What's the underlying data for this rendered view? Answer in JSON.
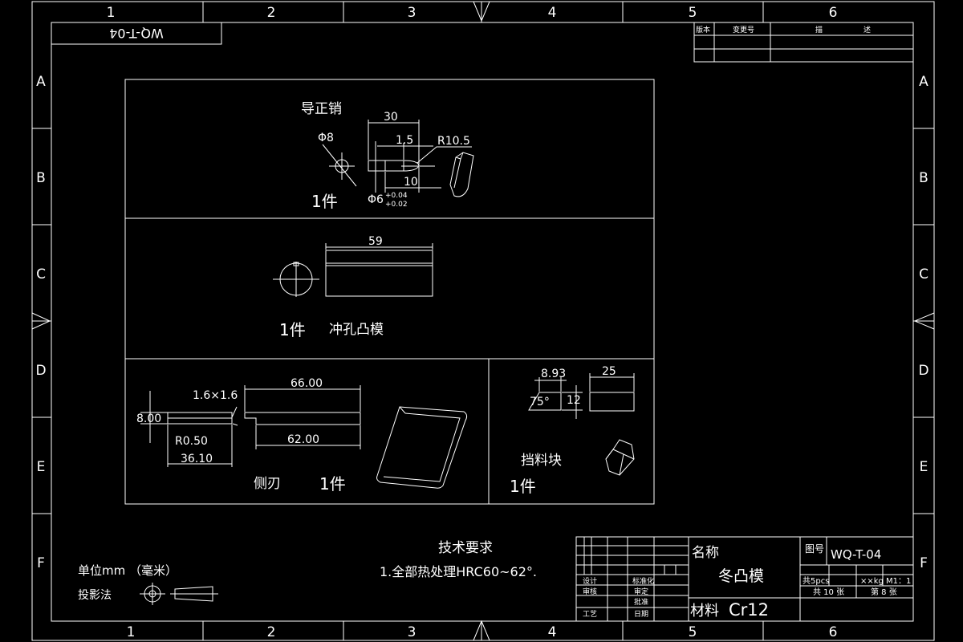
{
  "frame": {
    "col_labels": [
      "1",
      "2",
      "3",
      "4",
      "5",
      "6"
    ],
    "row_labels": [
      "A",
      "B",
      "C",
      "D",
      "E",
      "F"
    ]
  },
  "drawing_no_mirrored": "WQ-T-04",
  "revision_table": {
    "headers": [
      "版本",
      "变更号",
      "描",
      "述"
    ]
  },
  "parts": {
    "guide_pin": {
      "title": "导正销",
      "qty": "1件",
      "dims": {
        "length": "30",
        "shoulder": "1.5",
        "radius": "R10.5",
        "dia_head": "Φ8",
        "tip": "10",
        "dia_shank": "Φ6",
        "tol_upper": "+0.04",
        "tol_lower": "+0.02"
      }
    },
    "punch": {
      "title": "冲孔凸模",
      "qty": "1件",
      "dims": {
        "length": "59"
      }
    },
    "side_blade": {
      "title": "侧刃",
      "qty": "1件",
      "dims": {
        "chamfer": "1.6×1.6",
        "total": "66.00",
        "height": "8.00",
        "radius": "R0.50",
        "step": "36.10",
        "inner": "62.00"
      }
    },
    "stop_block": {
      "title": "挡料块",
      "qty": "1件",
      "dims": {
        "top": "8.93",
        "angle": "75°",
        "height": "12",
        "width": "25"
      }
    }
  },
  "tech_requirements": {
    "title": "技术要求",
    "item1": "1.全部热处理HRC60~62°."
  },
  "units": {
    "label": "单位mm （毫米）",
    "projection": "投影法"
  },
  "title_block": {
    "name_label": "名称",
    "name_value": "冬凸模",
    "material_label": "材料",
    "material_value": "Cr12",
    "drawing_no_label": "图号",
    "drawing_no": "WQ-T-04",
    "qty": "共5pcs",
    "weight": "××kg",
    "scale": "M1：1",
    "sheets_total": "共 10 张",
    "sheet_no": "第 8 张",
    "sign_rows": [
      "设计",
      "标准化",
      "审核",
      "工艺",
      "日期",
      "批准",
      "审定"
    ]
  }
}
